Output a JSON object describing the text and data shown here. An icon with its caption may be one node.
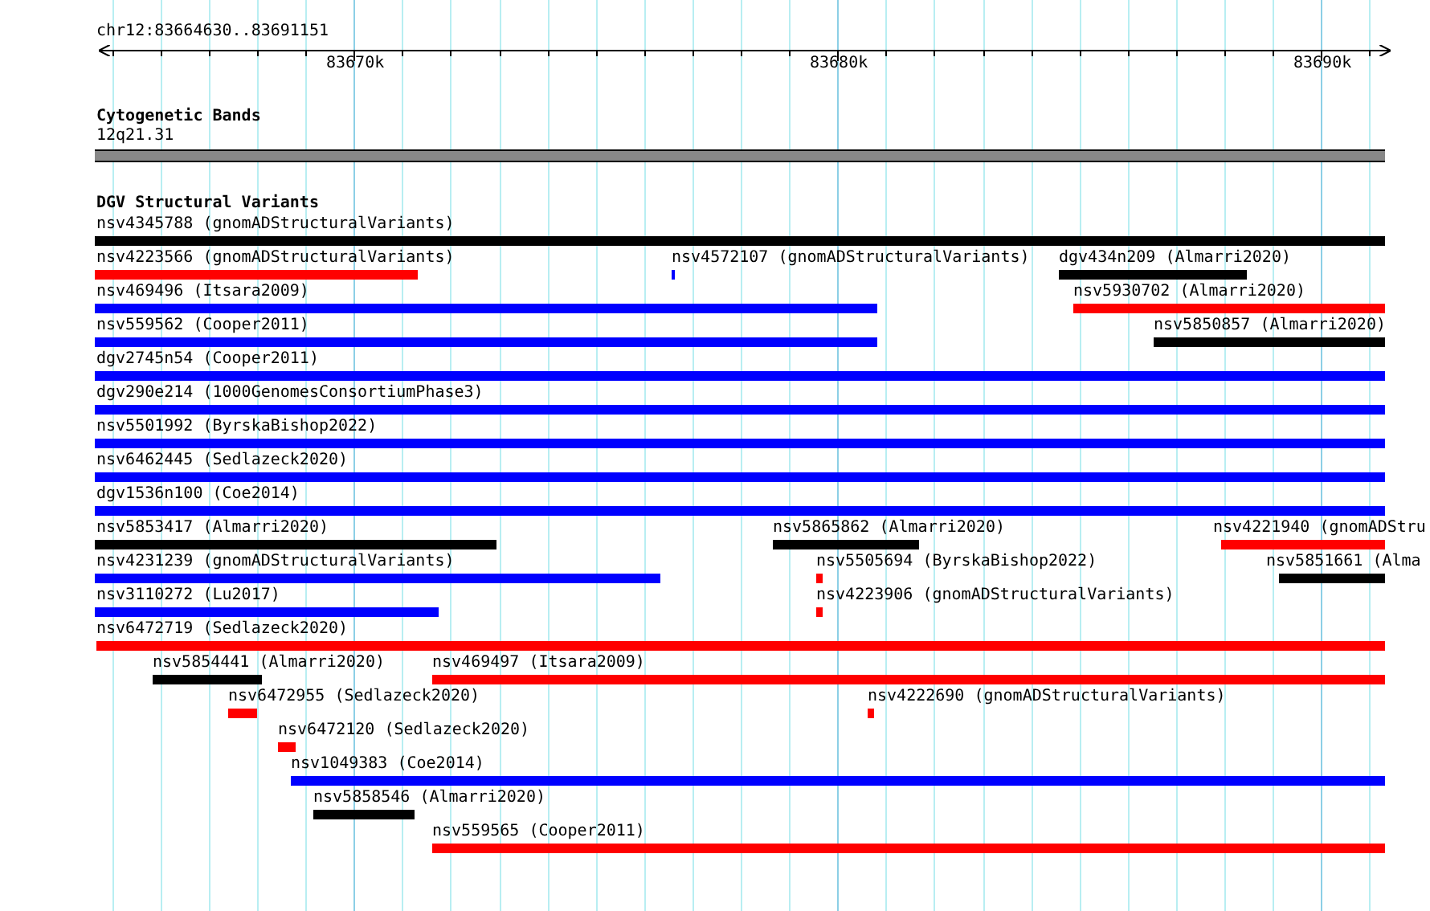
{
  "diagram": {
    "nodes": [
      {
        "text": [
          "12q21.31"
        ]
      },
      {
        "text": [
          "nsv4345788 (gnomADStructuralVariants)"
        ]
      },
      {
        "text": [
          "nsv4223566 (gnomADStructuralVariants)"
        ]
      },
      {
        "text": [
          "nsv4572107 (gnomADStructuralVariants)"
        ]
      },
      {
        "text": [
          "dgv434n209 (Almarri2020)"
        ]
      },
      {
        "text": [
          "nsv469496 (Itsara2009)"
        ]
      },
      {
        "text": [
          "nsv5930702 (Almarri2020)"
        ]
      },
      {
        "text": [
          "nsv559562 (Cooper2011)"
        ]
      },
      {
        "text": [
          "nsv5850857 (Almarri2020)"
        ]
      },
      {
        "text": [
          "dgv2745n54 (Cooper2011)"
        ]
      },
      {
        "text": [
          "dgv290e214 (1000GenomesConsortiumPhase3)"
        ]
      },
      {
        "text": [
          "nsv5501992 (ByrskaBishop2022)"
        ]
      },
      {
        "text": [
          "nsv6462445 (Sedlazeck2020)"
        ]
      },
      {
        "text": [
          "dgv1536n100 (Coe2014)"
        ]
      },
      {
        "text": [
          "nsv5853417 (Almarri2020)"
        ]
      },
      {
        "text": [
          "nsv5865862 (Almarri2020)"
        ]
      },
      {
        "text": [
          "nsv4221940 (gnomADStru"
        ]
      },
      {
        "text": [
          "nsv4231239 (gnomADStructuralVariants)"
        ]
      },
      {
        "text": [
          "nsv5505694 (ByrskaBishop2022)"
        ]
      },
      {
        "text": [
          "nsv5851661 (Alma"
        ]
      },
      {
        "text": [
          "nsv3110272 (Lu2017)"
        ]
      },
      {
        "text": [
          "nsv4223906 (gnomADStructuralVariants)"
        ]
      },
      {
        "text": [
          "nsv6472719 (Sedlazeck2020)"
        ]
      },
      {
        "text": [
          "nsv5854441 (Almarri2020)"
        ]
      },
      {
        "text": [
          "nsv469497 (Itsara2009)"
        ]
      },
      {
        "text": [
          "nsv6472955 (Sedlazeck2020)"
        ]
      },
      {
        "text": [
          "nsv4222690 (gnomADStructuralVariants)"
        ]
      },
      {
        "text": [
          "nsv6472120 (Sedlazeck2020)"
        ]
      },
      {
        "text": [
          "nsv1049383 (Coe2014)"
        ]
      },
      {
        "text": [
          "nsv5858546 (Almarri2020)"
        ]
      },
      {
        "text": [
          "nsv559565 (Cooper2011)"
        ]
      }
    ],
    "labels": [
      "chr12:83664630..83691151",
      "83670k",
      "83680k",
      "83690k",
      "Cytogenetic Bands",
      "DGV Structural Variants"
    ]
  }
}
